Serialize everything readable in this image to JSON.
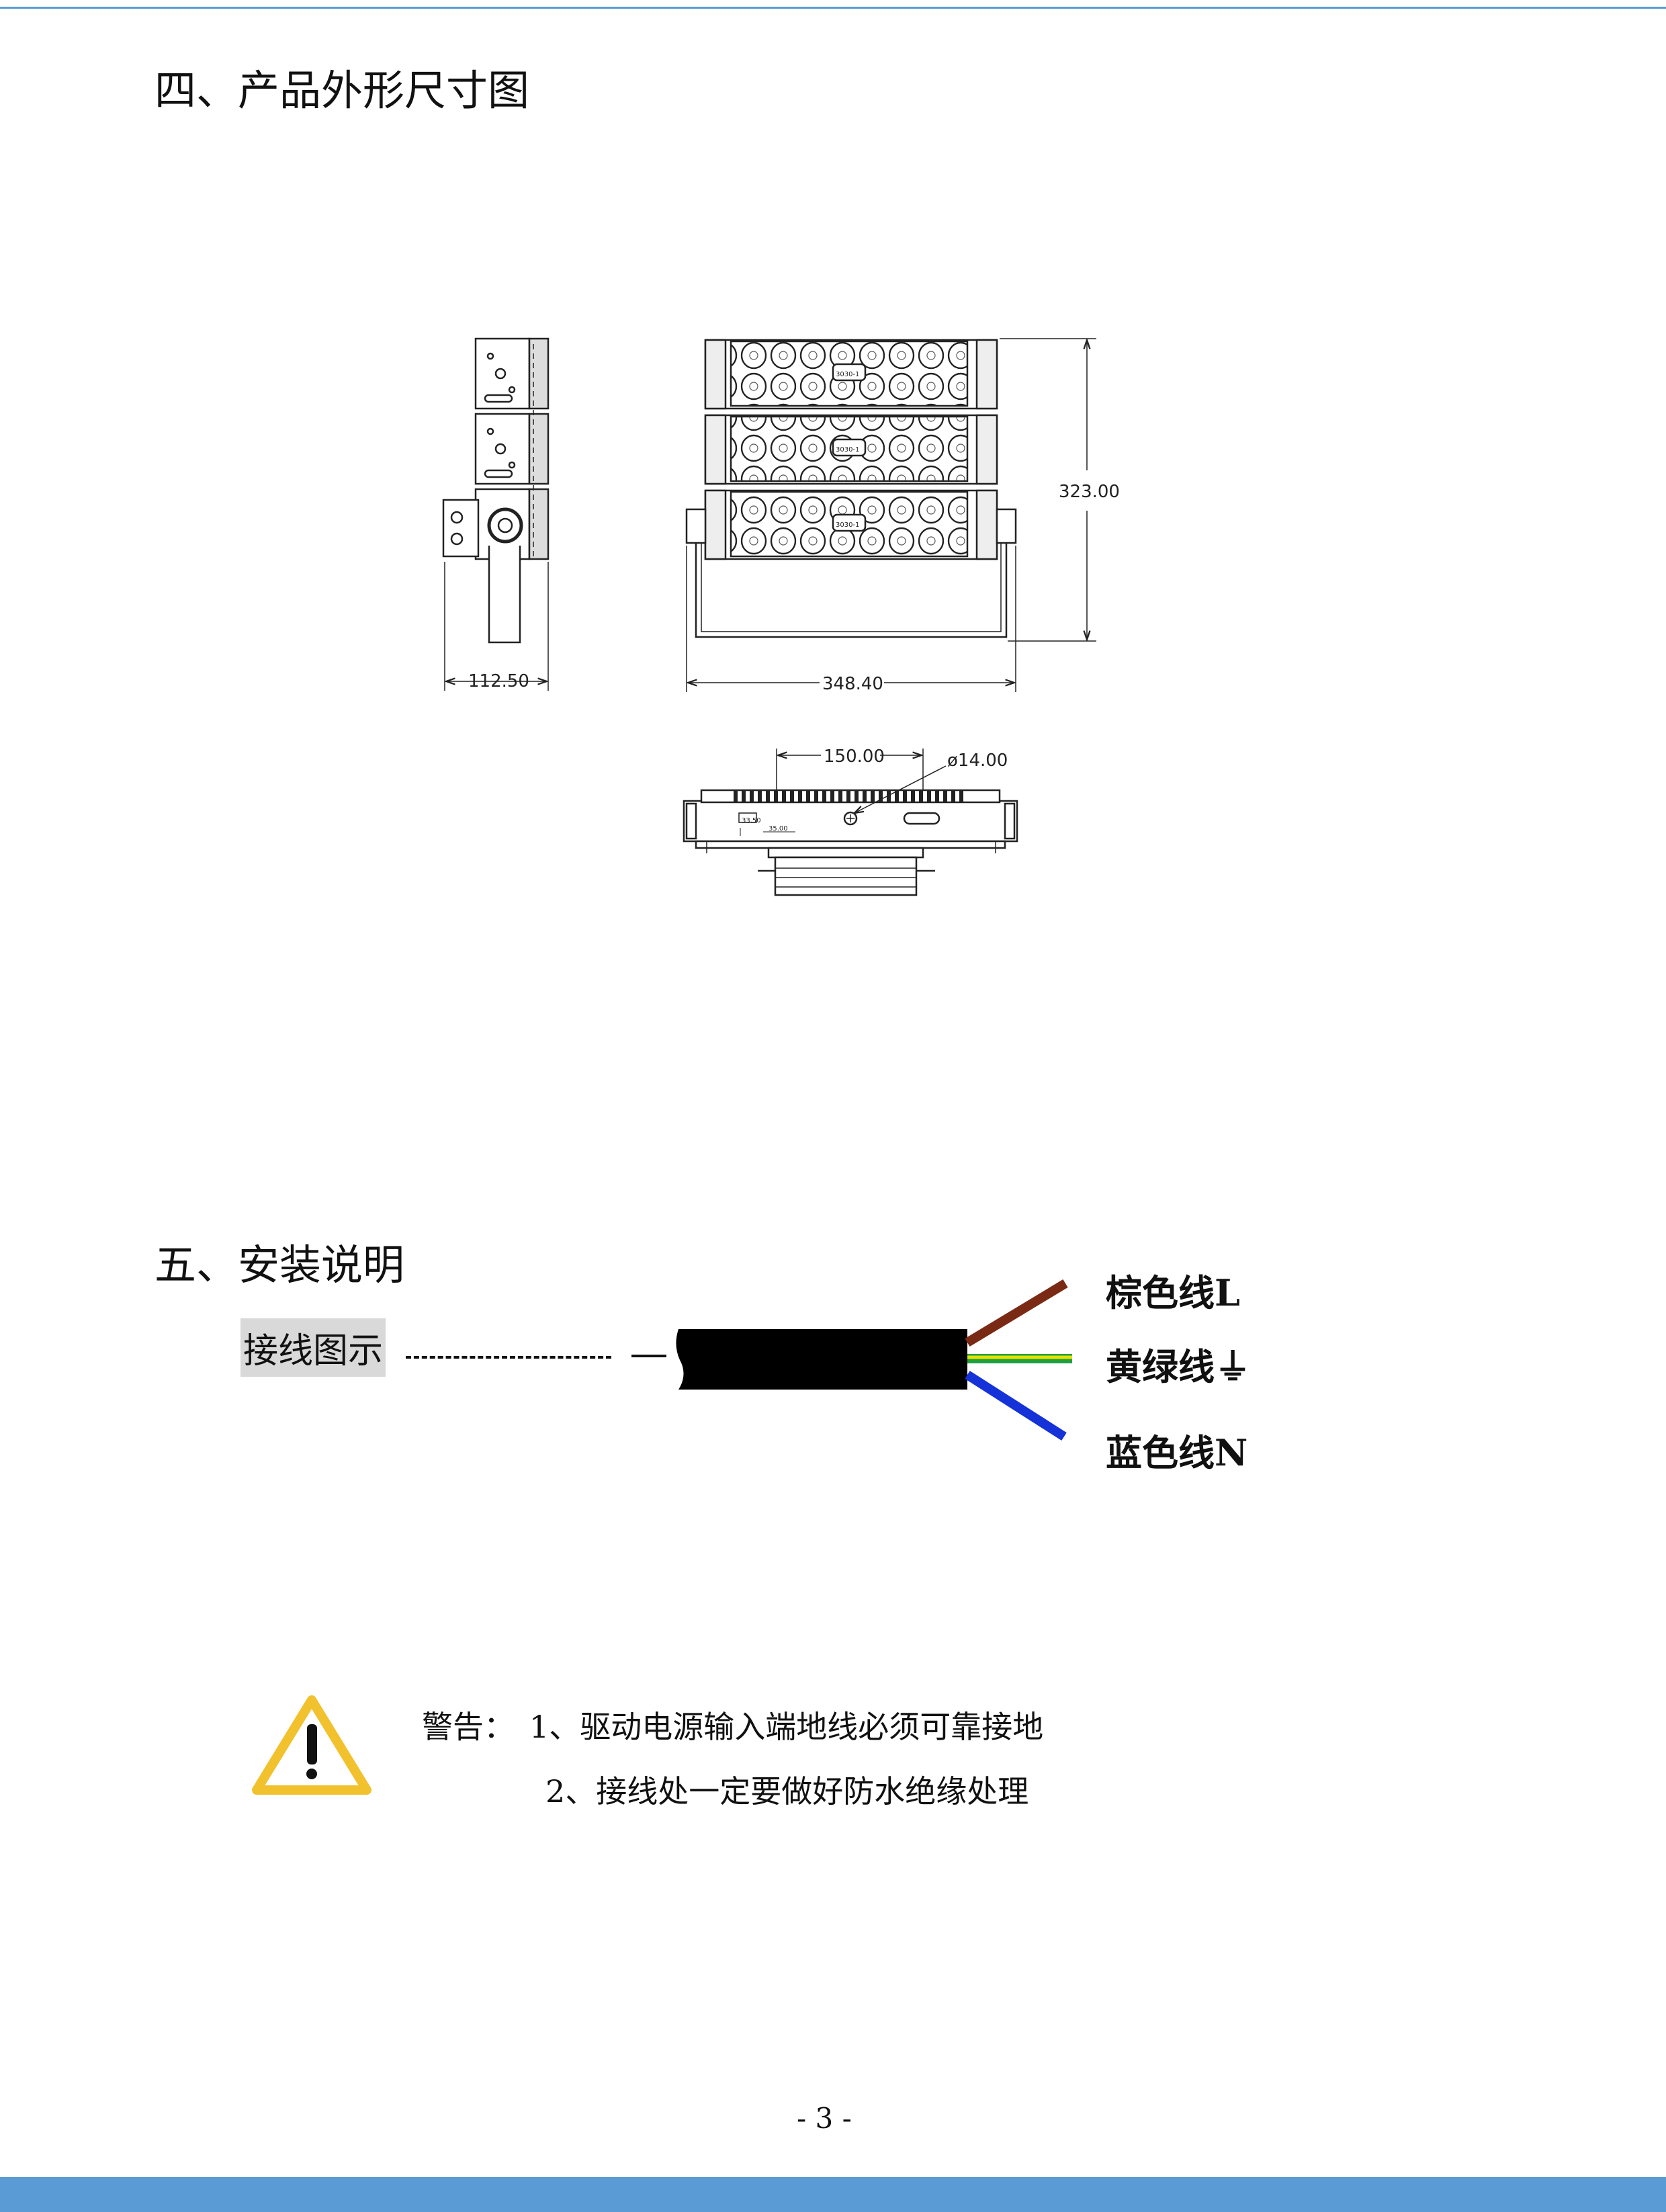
{
  "section4": {
    "title": "四、产品外形尺寸图"
  },
  "drawing": {
    "dim_side_width": "112.50",
    "dim_front_width": "348.40",
    "dim_height": "323.00",
    "dim_mount_spacing": "150.00",
    "dim_hole": "ø14.00",
    "dim_small_a": "33.50",
    "dim_small_b": "35.00",
    "module_badge": "3030-1"
  },
  "section5": {
    "title": "五、安装说明",
    "wiring_label": "接线图示",
    "wires": {
      "live": "棕色线L",
      "earth": "黄绿线⏚",
      "neutral": "蓝色线N"
    },
    "colors": {
      "brown": "#7a2a14",
      "yellow": "#e8e000",
      "green": "#1ea040",
      "blue": "#1432d8",
      "cable": "#000000"
    }
  },
  "warning": {
    "title": "警告：",
    "line1": "1、驱动电源输入端地线必须可靠接地",
    "line2": "2、接线处一定要做好防水绝缘处理",
    "icon_color": "#f2c12e"
  },
  "footer": {
    "page": "- 3 -"
  }
}
